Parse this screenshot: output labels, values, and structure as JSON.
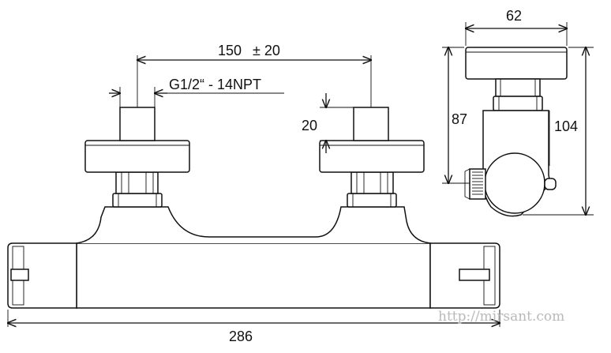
{
  "dimensions": {
    "spacing": "150",
    "spacing_tol": "± 20",
    "thread": "G1/2“ - 14NPT",
    "pipe_height": "20",
    "total_length": "286",
    "depth": "62",
    "height_short": "87",
    "height_total": "104"
  },
  "watermark": "http://mirsant.com"
}
